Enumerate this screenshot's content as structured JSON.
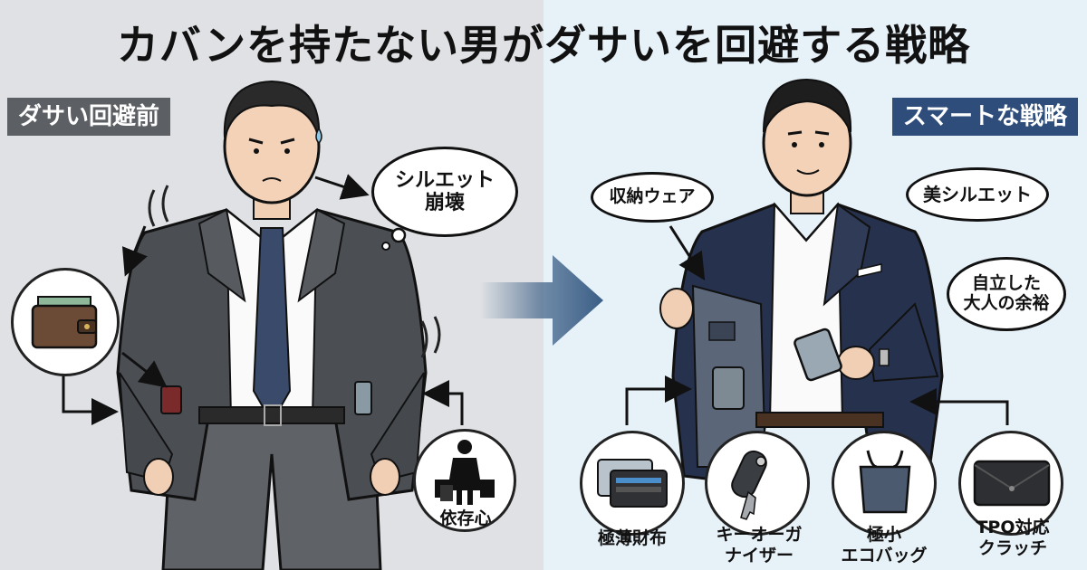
{
  "title": "カバンを持たない男がダサいを回避する戦略",
  "left": {
    "tag": "ダサい回避前",
    "bubble_silhouette_line1": "シルエット",
    "bubble_silhouette_line2": "崩壊",
    "dependency_caption": "依存心"
  },
  "right": {
    "tag": "スマートな戦略",
    "bubble_storage_wear": "収納ウェア",
    "bubble_beauty_silhouette": "美シルエット",
    "bubble_adult_line1": "自立した",
    "bubble_adult_line2": "大人の余裕",
    "items": [
      {
        "line1": "極薄財布",
        "line2": ""
      },
      {
        "line1": "キーオーガ",
        "line2": "ナイザー"
      },
      {
        "line1": "極小",
        "line2": "エコバッグ"
      },
      {
        "line1": "TPO対応",
        "line2": "クラッチ"
      }
    ]
  },
  "colors": {
    "left_bg": "#dfe1e4",
    "right_bg": "#e7f1f8",
    "left_tag": "#5c5f63",
    "right_tag": "#2e4d7b",
    "arrow": "#3c5f86"
  }
}
